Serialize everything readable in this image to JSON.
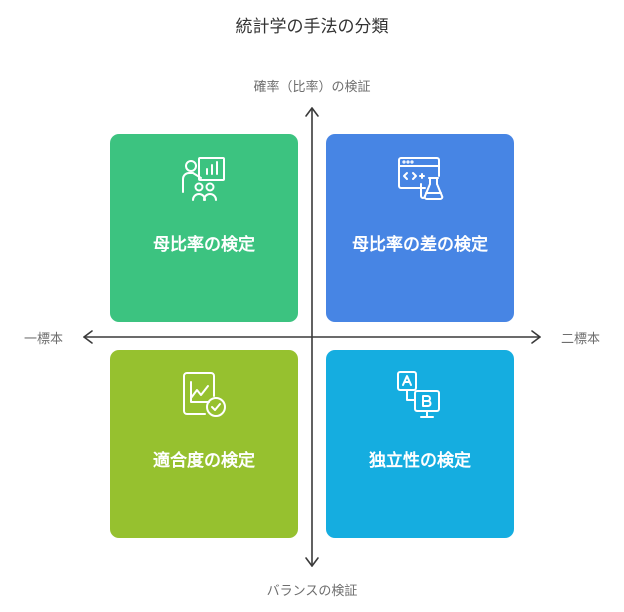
{
  "title": "統計学の手法の分類",
  "axes": {
    "top": "確率（比率）の検証",
    "bottom": "バランスの検証",
    "left": "一標本",
    "right": "二標本"
  },
  "quadrants": [
    {
      "label": "母比率の検定",
      "color": "#3cc380",
      "icon": "presenter-icon"
    },
    {
      "label": "母比率の差の検定",
      "color": "#4785e4",
      "icon": "lab-browser-icon"
    },
    {
      "label": "適合度の検定",
      "color": "#96c12f",
      "icon": "chart-document-check-icon"
    },
    {
      "label": "独立性の検定",
      "color": "#15ade0",
      "icon": "ab-test-icon"
    }
  ]
}
